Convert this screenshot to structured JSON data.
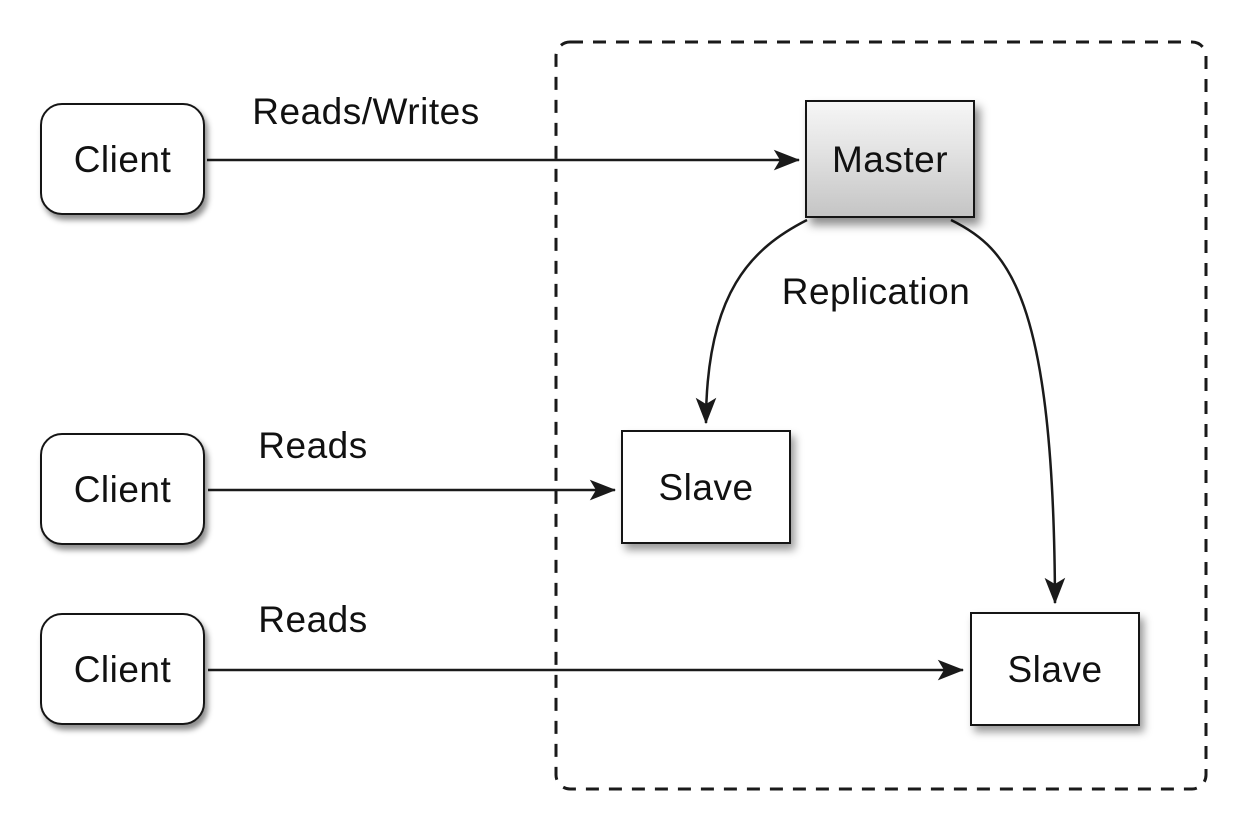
{
  "diagram": {
    "type": "master-slave-replication-architecture",
    "colors": {
      "background": "#ffffff",
      "stroke": "#1a1a1a",
      "text": "#111111",
      "node_fill": "#ffffff",
      "master_fill_top": "#f6f6f6",
      "master_fill_bottom": "#c5c5c5"
    },
    "clients": [
      {
        "label": "Client"
      },
      {
        "label": "Client"
      },
      {
        "label": "Client"
      }
    ],
    "cluster": {
      "master": {
        "label": "Master"
      },
      "slaves": [
        {
          "label": "Slave"
        },
        {
          "label": "Slave"
        }
      ]
    },
    "edges": {
      "reads_writes": "Reads/Writes",
      "reads_mid": "Reads",
      "reads_bottom": "Reads",
      "replication": "Replication"
    }
  }
}
